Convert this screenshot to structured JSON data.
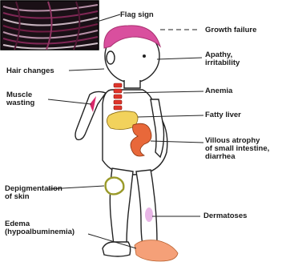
{
  "labels": {
    "flag_sign": "Flag sign",
    "growth_failure": "Growth failure",
    "hair_changes": "Hair changes",
    "apathy": [
      "Apathy,",
      "irritability"
    ],
    "muscle_wasting": [
      "Muscle",
      "wasting"
    ],
    "anemia": "Anemia",
    "fatty_liver": "Fatty liver",
    "villous_atrophy": [
      "Villous atrophy",
      "of small intestine,",
      "diarrhea"
    ],
    "depigmentation": [
      "Depigmentation",
      "of skin"
    ],
    "dermatoses": "Dermatoses",
    "edema": [
      "Edema",
      "(hypoalbuminemia)"
    ]
  },
  "colors": {
    "hair": "#d94f9e",
    "anemia": "#e0342a",
    "liver": "#f2d25c",
    "intestine": "#e8683a",
    "depigmentation": "#9a9a2a",
    "dermatoses": "#e8b6e6",
    "edema": "#f5a078",
    "muscle": "#d9286a"
  }
}
